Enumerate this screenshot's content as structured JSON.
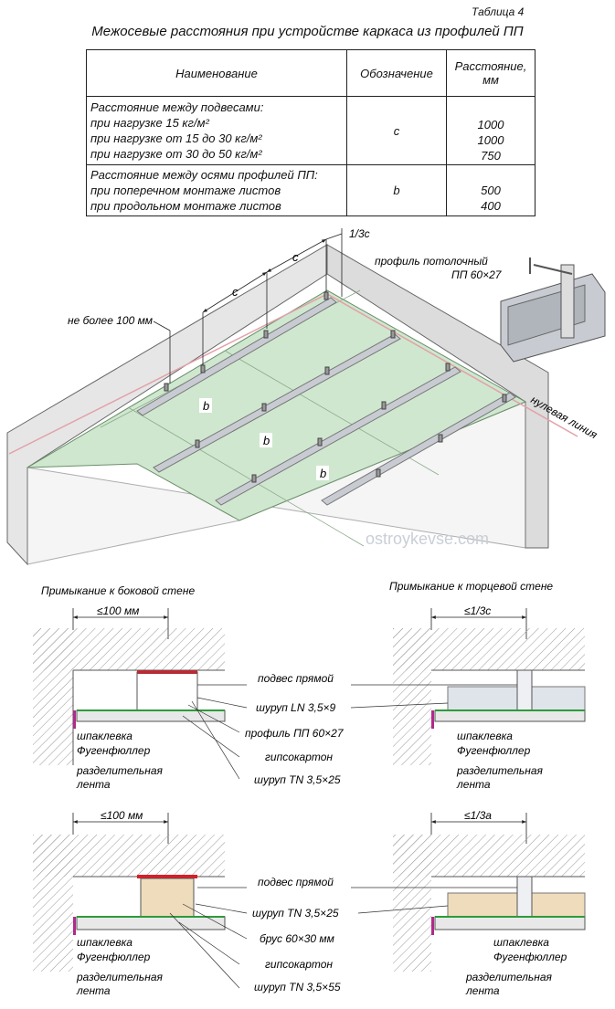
{
  "header": {
    "table_number": "Таблица 4",
    "title": "Межосевые расстояния при устройстве каркаса из профилей ПП"
  },
  "table": {
    "columns": [
      "Наименование",
      "Обозначение",
      "Расстояние, мм"
    ],
    "rows": [
      {
        "name_lines": [
          "Расстояние между подвесами:",
          "при нагрузке 15 кг/м²",
          "при нагрузке от 15 до 30 кг/м²",
          "при нагрузке от 30 до 50 кг/м²"
        ],
        "designation": "c",
        "distances": [
          "1000",
          "1000",
          "750"
        ]
      },
      {
        "name_lines": [
          "Расстояние между осями профилей ПП:",
          "при поперечном монтаже листов",
          "при продольном монтаже листов"
        ],
        "designation": "b",
        "distances": [
          "500",
          "400"
        ]
      }
    ]
  },
  "isometric": {
    "label_one_third_c": "1/3c",
    "label_c": "c",
    "label_b": "b",
    "label_max_100": "не более 100 мм",
    "label_profile": [
      "профиль потолочный",
      "ПП 60×27"
    ],
    "label_zero_line": "нулевая линия",
    "watermark": "ostroykevse.com",
    "colors": {
      "board": "#cfe7cf",
      "wall": "#e6e6e6",
      "zero_line": "#e3a0a8",
      "profile": "#c8ccd2"
    }
  },
  "details": {
    "top_left_title": "Примыкание к боковой стене",
    "top_right_title": "Примыкание к торцевой стене",
    "dim_100": "≤100 мм",
    "dim_one_third_c": "≤1/3c",
    "dim_one_third_a": "≤1/3a",
    "top_labels": [
      "подвес прямой",
      "шуруп LN 3,5×9",
      "профиль ПП 60×27",
      "гипсокартон",
      "шуруп TN 3,5×25"
    ],
    "bottom_labels": [
      "подвес прямой",
      "шуруп TN 3,5×25",
      "брус 60×30 мм",
      "гипсокартон",
      "шуруп TN 3,5×55"
    ],
    "left_notes": [
      "шпаклевка",
      "Фугенфюллер",
      "разделительная",
      "лента"
    ],
    "colors": {
      "board_top": "#2d9b3a",
      "hanger": "#d81e2a",
      "timber": "#efdcbc",
      "tape": "#b02a8a"
    }
  }
}
